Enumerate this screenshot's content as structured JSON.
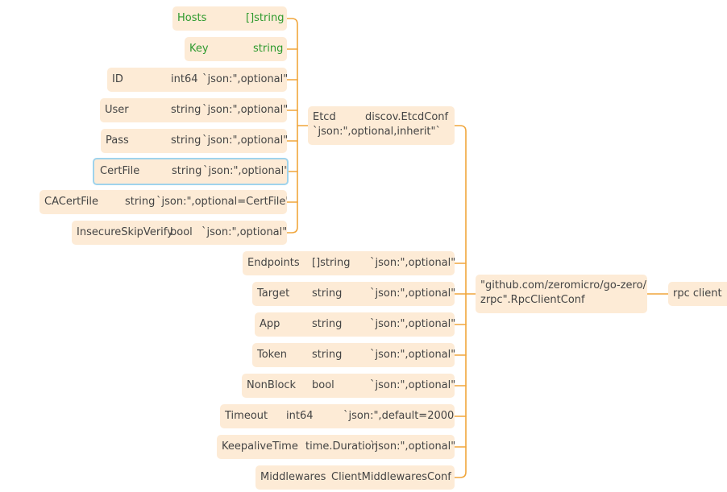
{
  "colors": {
    "line": "#f0a63c",
    "node_bg": "#fdebd6",
    "text": "#444444",
    "highlight_text": "#2e9a2e",
    "selection_border": "#9fd3ec"
  },
  "root": {
    "label": "rpc client"
  },
  "conf": {
    "line1": "\"github.com/zeromicro/go-zero/",
    "line2": "zrpc\".RpcClientConf"
  },
  "etcd": {
    "name": "Etcd",
    "type": "discov.EtcdConf",
    "tag": "`json:\",optional,inherit\"`"
  },
  "etcd_fields": [
    {
      "name": "Hosts",
      "type": "[]string",
      "tag": ""
    },
    {
      "name": "Key",
      "type": "string",
      "tag": ""
    },
    {
      "name": "ID",
      "type": "int64",
      "tag": "`json:\",optional\"`"
    },
    {
      "name": "User",
      "type": "string",
      "tag": "`json:\",optional\"`"
    },
    {
      "name": "Pass",
      "type": "string",
      "tag": "`json:\",optional\"`"
    },
    {
      "name": "CertFile",
      "type": "string",
      "tag": "`json:\",optional\"`"
    },
    {
      "name": "CACertFile",
      "type": "string",
      "tag": "`json:\",optional=CertFile\"`"
    },
    {
      "name": "InsecureSkipVerify",
      "type": "bool",
      "tag": "`json:\",optional\"`"
    }
  ],
  "client_fields": [
    {
      "name": "Endpoints",
      "type": "[]string",
      "tag": "`json:\",optional\"`"
    },
    {
      "name": "Target",
      "type": "string",
      "tag": "`json:\",optional\"`"
    },
    {
      "name": "App",
      "type": "string",
      "tag": "`json:\",optional\"`"
    },
    {
      "name": "Token",
      "type": "string",
      "tag": "`json:\",optional\"`"
    },
    {
      "name": "NonBlock",
      "type": "bool",
      "tag": "`json:\",optional\"`"
    },
    {
      "name": "Timeout",
      "type": "int64",
      "tag": "`json:\",default=2000\"`"
    },
    {
      "name": "KeepaliveTime",
      "type": "time.Duration",
      "tag": "`json:\",optional\"`"
    },
    {
      "name": "Middlewares",
      "type": "ClientMiddlewaresConf",
      "tag": ""
    }
  ]
}
